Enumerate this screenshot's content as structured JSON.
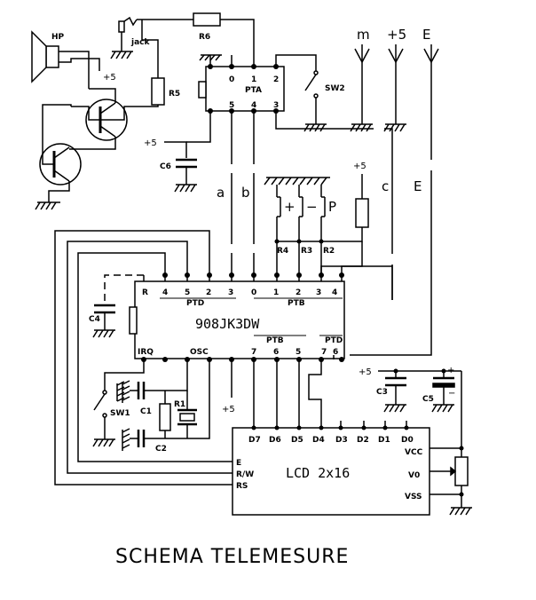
{
  "title": "SCHEMA TELEMESURE",
  "components": {
    "hp": "HP",
    "jack": "jack",
    "r1": "R1",
    "r2": "R2",
    "r3": "R3",
    "r4": "R4",
    "r5": "R5",
    "r6": "R6",
    "c1": "C1",
    "c2": "C2",
    "c3": "C3",
    "c4": "C4",
    "c5": "C5",
    "c6": "C6",
    "sw1": "SW1",
    "sw2": "SW2",
    "pta": "PTA",
    "mcu": "908JK3DW",
    "lcd": "LCD 2x16",
    "plus5": "+5",
    "btn_plus": "+",
    "btn_minus": "−",
    "btn_p": "P"
  },
  "signals": {
    "m": "m",
    "plus5": "+5",
    "e_top": "E",
    "a": "a",
    "b": "b",
    "c": "c",
    "e_mid": "E"
  },
  "pta_pins": {
    "top": [
      "0",
      "1",
      "2"
    ],
    "bottom": [
      "5",
      "4",
      "3"
    ]
  },
  "mcu_pins": {
    "top": [
      "R",
      "4",
      "5",
      "2",
      "3",
      "0",
      "1",
      "2",
      "3",
      "4"
    ],
    "ptd": "PTD",
    "ptb_top": "PTB",
    "bottom_left": [
      "IRQ",
      "OSC"
    ],
    "bottom_ptb": "PTB",
    "bottom_nums": [
      "7",
      "6",
      "5"
    ],
    "ptd_bottom": "PTD",
    "ptd_bottom_nums": [
      "7",
      "6"
    ]
  },
  "lcd_pins": {
    "top": [
      "D7",
      "D6",
      "D5",
      "D4",
      "D3",
      "D2",
      "D1",
      "D0"
    ],
    "left": [
      "E",
      "R/W",
      "RS"
    ],
    "right": [
      "VCC",
      "V0",
      "VSS"
    ]
  }
}
